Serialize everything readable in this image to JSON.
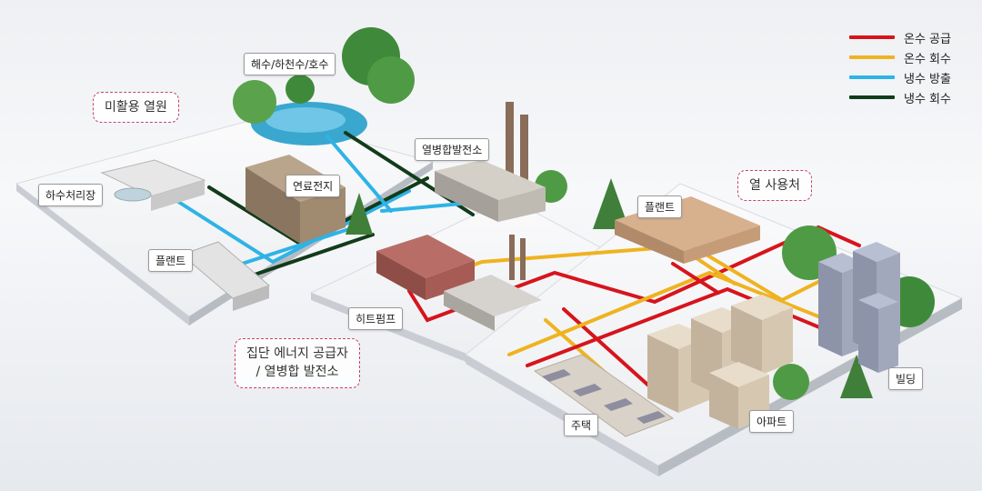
{
  "legend": [
    {
      "label": "온수 공급",
      "color": "#d7141c"
    },
    {
      "label": "온수 회수",
      "color": "#efb320"
    },
    {
      "label": "냉수 방출",
      "color": "#2fb3e6"
    },
    {
      "label": "냉수 회수",
      "color": "#123b1a"
    }
  ],
  "zones": {
    "unused_heat": "미활용 열원",
    "supplier_line1": "집단 에너지 공급자",
    "supplier_line2": "/ 열병합 발전소",
    "heat_user": "열 사용처"
  },
  "labels": {
    "water_source": "해수/하천수/호수",
    "sewage": "하수처리장",
    "fuel_cell": "연료전지",
    "chp_plant": "열병합발전소",
    "plant_left": "플랜트",
    "heat_pump": "히트펌프",
    "plant_right": "플랜트",
    "building": "빌딩",
    "apartment": "아파트",
    "house": "주택"
  }
}
